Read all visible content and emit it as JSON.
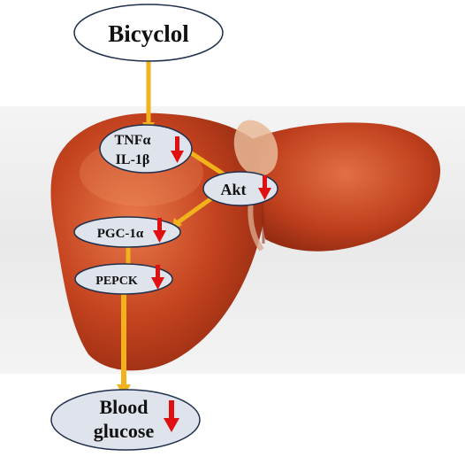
{
  "diagram": {
    "nodes": {
      "bicyclol": {
        "label": "Bicyclol"
      },
      "cytokines": {
        "line1": "TNFα",
        "line2": "IL-1β",
        "effect": "decrease"
      },
      "akt": {
        "label": "Akt",
        "effect": "decrease"
      },
      "pgc1a": {
        "label": "PGC-1α",
        "effect": "decrease"
      },
      "pepck": {
        "label": "PEPCK",
        "effect": "decrease"
      },
      "blood_glucose": {
        "line1": "Blood",
        "line2": "glucose",
        "effect": "decrease"
      }
    },
    "edges": [
      {
        "from": "bicyclol",
        "to": "cytokines"
      },
      {
        "from": "cytokines",
        "to": "akt"
      },
      {
        "from": "akt",
        "to": "pgc1a"
      },
      {
        "from": "pgc1a",
        "to": "pepck"
      },
      {
        "from": "pepck",
        "to": "blood_glucose"
      }
    ]
  },
  "colors": {
    "connector": "#f2b21c",
    "down_arrow": "#e01010",
    "node_fill": "#dfe4ec",
    "node_stroke": "#1f2f4d",
    "liver_main": "#c4431f",
    "liver_dark": "#8f2810",
    "liver_light": "#e8794a",
    "background_band": "#ececec",
    "gallbladder": "#e8b896"
  }
}
